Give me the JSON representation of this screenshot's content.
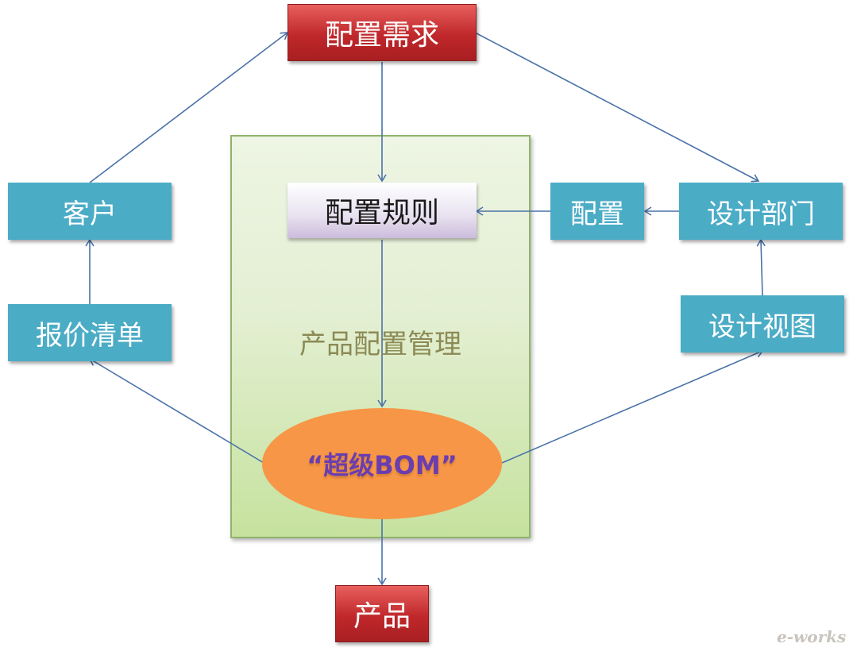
{
  "nodes": {
    "config_demand": "配置需求",
    "config_rules": "配置规则",
    "config": "配置",
    "design_dept": "设计部门",
    "customer": "客户",
    "quote_list": "报价清单",
    "design_view": "设计视图",
    "product": "产品"
  },
  "panel": {
    "label": "产品配置管理"
  },
  "bom": {
    "label": "“超级BOM”"
  },
  "logo": {
    "text": "e-works"
  },
  "colors": {
    "teal": "#4bacc6",
    "red": "#c0282b",
    "lavender": "#e8e2f0",
    "panel_green": "#c6e29e",
    "bom_orange": "#f79646",
    "bom_text": "#6a3db0",
    "arrow": "#4a72a8"
  }
}
